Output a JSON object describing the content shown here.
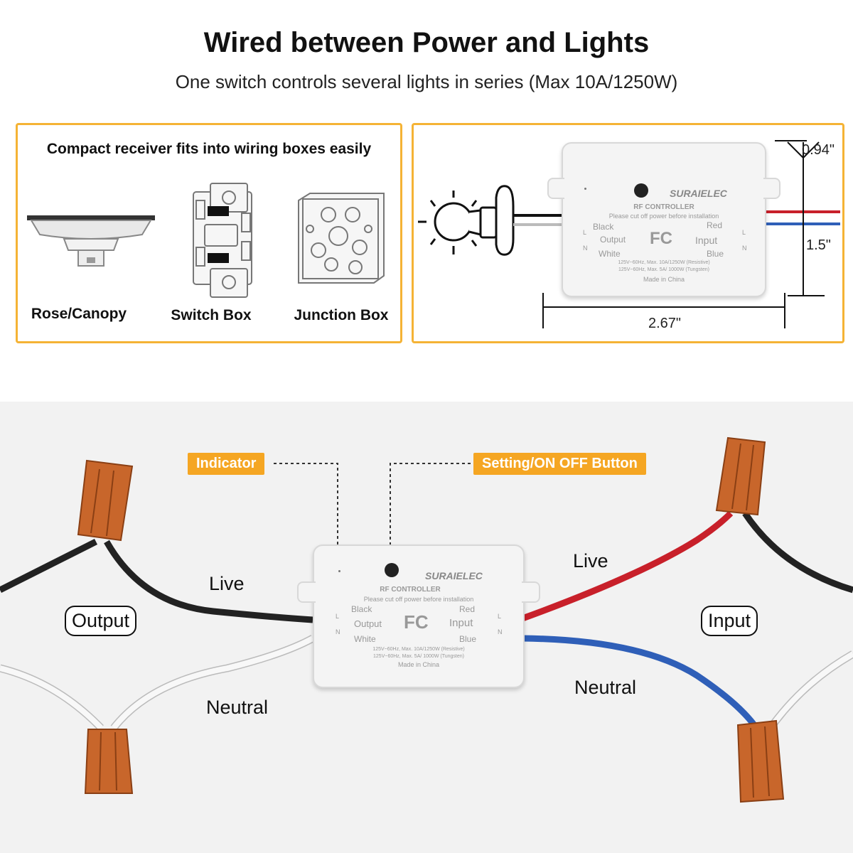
{
  "header": {
    "title": "Wired between Power and Lights",
    "subtitle": "One switch controls several lights in series (Max 10A/1250W)"
  },
  "left_panel": {
    "heading": "Compact receiver fits into wiring boxes easily",
    "boxes": [
      {
        "label": "Rose/Canopy",
        "icon": "rose-canopy-icon"
      },
      {
        "label": "Switch Box",
        "icon": "switch-box-icon"
      },
      {
        "label": "Junction Box",
        "icon": "junction-box-icon"
      }
    ]
  },
  "right_panel": {
    "dimensions": {
      "height": "0.94\"",
      "width": "1.5\"",
      "length": "2.67\""
    }
  },
  "device": {
    "brand": "SURAIELEC",
    "model": "RF CONTROLLER",
    "warning": "Please cut off power before installation",
    "left_top": "Black",
    "left_mid": "Output",
    "left_bottom": "White",
    "right_top": "Red",
    "right_mid": "Input",
    "right_bottom": "Blue",
    "fc": "FC",
    "l": "L",
    "n": "N",
    "rating1": "125V~60Hz, Max. 10A/1250W (Resistive)",
    "rating2": "125V~60Hz, Max. 5A/ 1000W (Tungsten)",
    "made": "Made in China"
  },
  "diagram": {
    "callouts": {
      "indicator": "Indicator",
      "button": "Setting/ON OFF Button"
    },
    "labels": {
      "live_left": "Live",
      "neutral_left": "Neutral",
      "live_right": "Live",
      "neutral_right": "Neutral",
      "output": "Output",
      "input": "Input"
    }
  },
  "colors": {
    "accent": "#f5b335",
    "callout": "#f5a623",
    "connector": "#c8662b",
    "live_red": "#c8202a",
    "neutral_blue": "#2f5fb8",
    "black_wire": "#222222",
    "white_wire": "#f8f8f8"
  }
}
